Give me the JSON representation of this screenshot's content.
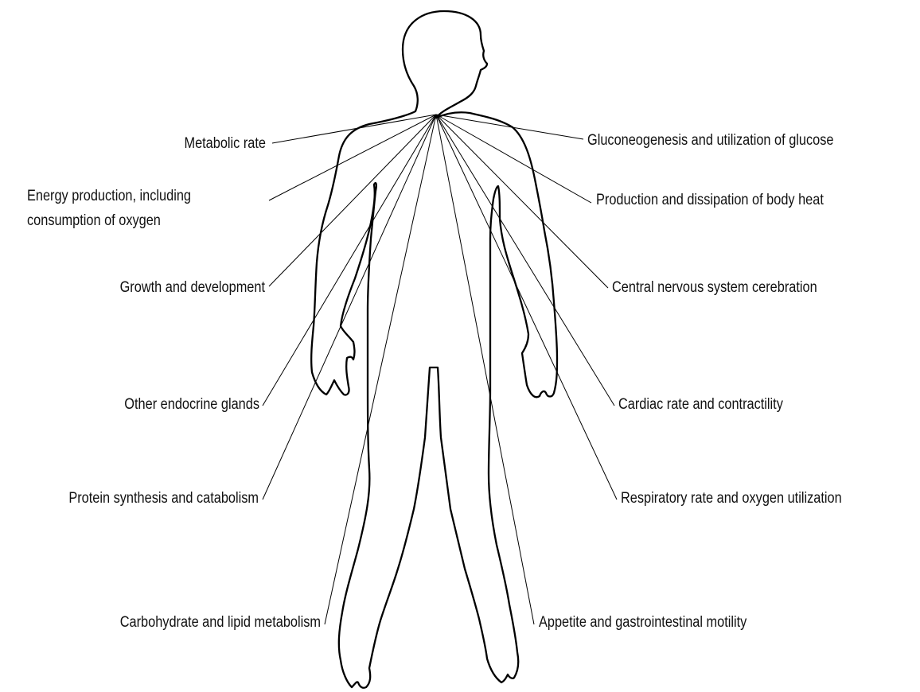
{
  "labels_left": [
    {
      "id": "metabolic-rate",
      "lines": [
        "Metabolic rate"
      ]
    },
    {
      "id": "energy-production",
      "lines": [
        "Energy production, including",
        "consumption of oxygen"
      ]
    },
    {
      "id": "growth-development",
      "lines": [
        "Growth and development"
      ]
    },
    {
      "id": "endocrine-glands",
      "lines": [
        "Other endocrine glands"
      ]
    },
    {
      "id": "protein-synthesis",
      "lines": [
        "Protein synthesis and catabolism"
      ]
    },
    {
      "id": "carbohydrate-lipid",
      "lines": [
        "Carbohydrate and lipid metabolism"
      ]
    }
  ],
  "labels_right": [
    {
      "id": "gluconeogenesis",
      "lines": [
        "Gluconeogenesis and utilization of glucose"
      ]
    },
    {
      "id": "body-heat",
      "lines": [
        "Production and dissipation of body heat"
      ]
    },
    {
      "id": "cns-cerebration",
      "lines": [
        "Central nervous system cerebration"
      ]
    },
    {
      "id": "cardiac-rate",
      "lines": [
        "Cardiac rate and contractility"
      ]
    },
    {
      "id": "respiratory-rate",
      "lines": [
        "Respiratory rate and oxygen utilization"
      ]
    },
    {
      "id": "appetite-gi",
      "lines": [
        "Appetite and gastrointestinal motility"
      ]
    }
  ]
}
